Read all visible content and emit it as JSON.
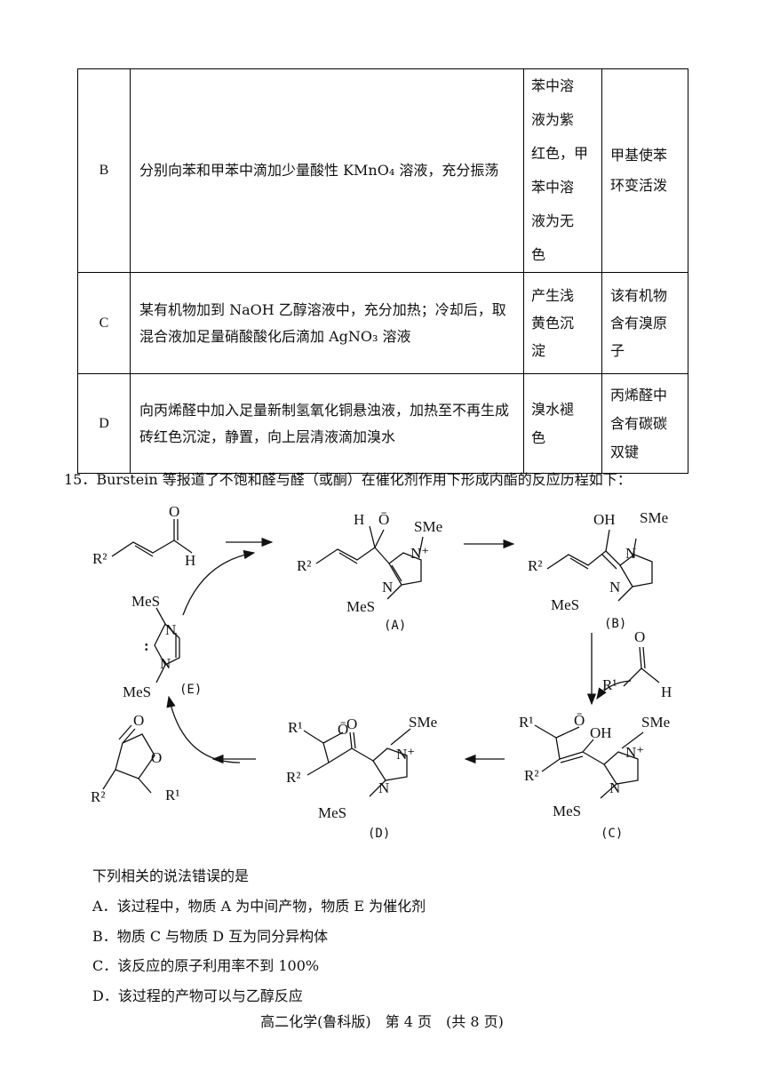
{
  "table": {
    "rows": [
      {
        "option": "B",
        "operation": "分别向苯和甲苯中滴加少量酸性 KMnO₄ 溶液，充分振荡",
        "phenomenon_lines": [
          "苯中溶",
          "液为紫",
          "红色，甲",
          "苯中溶",
          "液为无",
          "色"
        ],
        "conclusion_lines": [
          "甲基使苯",
          "环变活泼"
        ]
      },
      {
        "option": "C",
        "operation": "某有机物加到 NaOH 乙醇溶液中，充分加热；冷却后，取混合液加足量硝酸酸化后滴加 AgNO₃ 溶液",
        "phenomenon_lines": [
          "产生浅",
          "黄色沉",
          "淀"
        ],
        "conclusion_lines": [
          "该有机物",
          "含有溴原",
          "子"
        ]
      },
      {
        "option": "D",
        "operation": "向丙烯醛中加入足量新制氢氧化铜悬浊液，加热至不再生成砖红色沉淀，静置，向上层清液滴加溴水",
        "phenomenon_lines": [
          "溴水褪",
          "色"
        ],
        "conclusion_lines": [
          "丙烯醛中",
          "含有碳碳",
          "双键"
        ]
      }
    ]
  },
  "question": {
    "number": "15．",
    "stem": "Burstein 等报道了不饱和醛与醛（或酮）在催化剂作用下形成内酯的反应历程如下："
  },
  "scheme_labels": {
    "A": "(A)",
    "B": "(B)",
    "C": "(C)",
    "D": "(D)",
    "E": "(E)",
    "SMe": "SMe",
    "MeS": "MeS",
    "N": "N",
    "Nplus": "N⁺",
    "O": "O",
    "Ominus": "Ō",
    "OH": "OH",
    "H": "H",
    "R1": "R¹",
    "R2": "R²",
    "carbene": ":"
  },
  "prompt": "下列相关的说法错误的是",
  "options": {
    "A": {
      "label": "A．",
      "text": "该过程中，物质 A 为中间产物，物质 E 为催化剂"
    },
    "B": {
      "label": "B．",
      "text": "物质 C 与物质 D 互为同分异构体"
    },
    "C": {
      "label": "C．",
      "text": "该反应的原子利用率不到 100%"
    },
    "D": {
      "label": "D．",
      "text": "该过程的产物可以与乙醇反应"
    }
  },
  "footer": "高二化学(鲁科版)　第 4 页　(共 8 页)"
}
